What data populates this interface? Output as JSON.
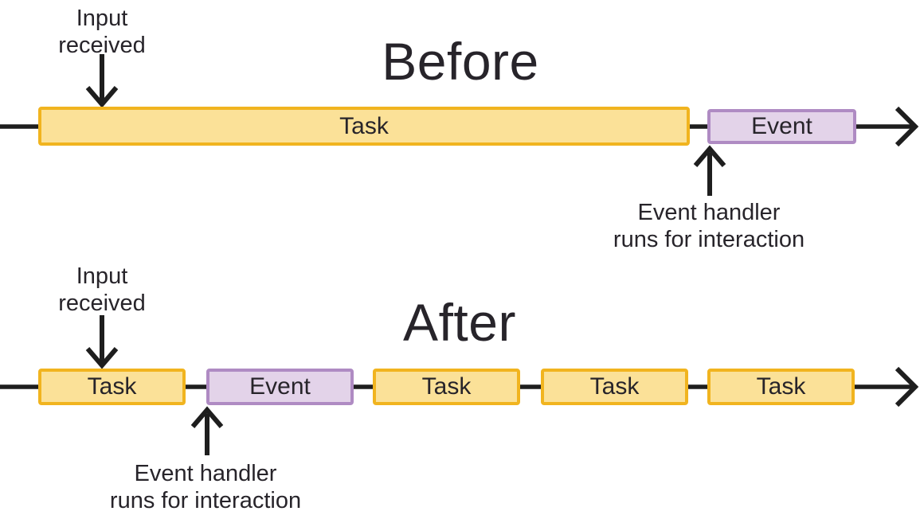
{
  "colors": {
    "background": "#FFFFFF",
    "line": "#1E1E1E",
    "text": "#27242A",
    "task_fill": "#FBE198",
    "task_border": "#F1B41F",
    "event_fill": "#E3D3E9",
    "event_border": "#AF8BC3"
  },
  "before": {
    "title": "Before",
    "input_annotation": "Input\nreceived",
    "handler_annotation": "Event handler\nruns for interaction",
    "segments": [
      {
        "type": "task",
        "label": "Task"
      },
      {
        "type": "event",
        "label": "Event"
      }
    ]
  },
  "after": {
    "title": "After",
    "input_annotation": "Input\nreceived",
    "handler_annotation": "Event handler\nruns for interaction",
    "segments": [
      {
        "type": "task",
        "label": "Task"
      },
      {
        "type": "event",
        "label": "Event"
      },
      {
        "type": "task",
        "label": "Task"
      },
      {
        "type": "task",
        "label": "Task"
      },
      {
        "type": "task",
        "label": "Task"
      }
    ]
  }
}
